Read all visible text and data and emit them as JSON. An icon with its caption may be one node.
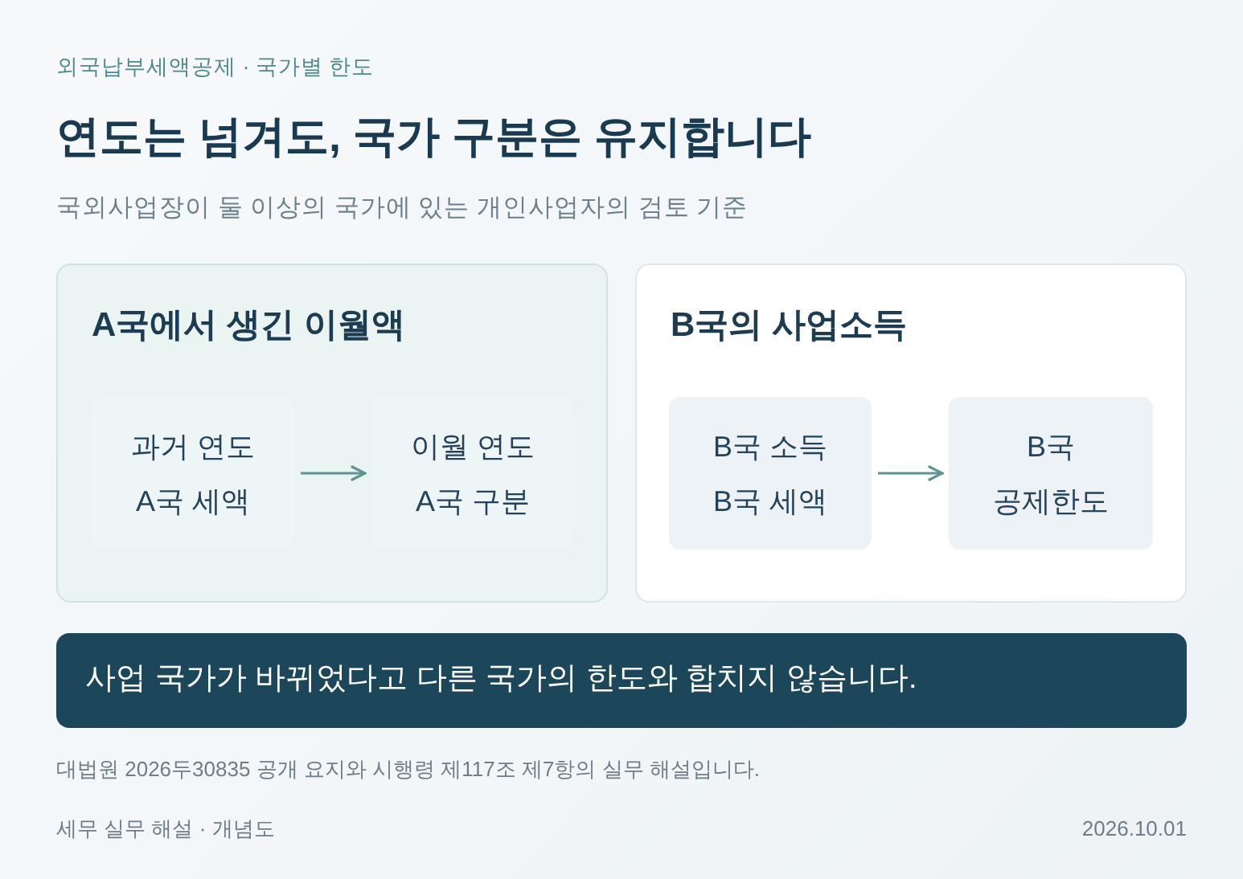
{
  "diagram": {
    "title": "연도는 넘겨도, 국가 구분은 유지합니다",
    "nodes": [
      {
        "text": [
          "A국에서 생긴 이월액"
        ]
      },
      {
        "text": [
          "과거 연도 A국 세액"
        ],
        "in": 0
      },
      {
        "text": [
          "이월 연도 A국 구분"
        ],
        "in": 0
      },
      {
        "text": [
          "B국의 사업소득"
        ]
      },
      {
        "text": [
          "B국 소득 B국 세액"
        ],
        "in": 3
      },
      {
        "text": [
          "B국 공제한도"
        ],
        "in": 3
      },
      {
        "text": [
          "사업 국가가 바뀌었다고 다른 국가의 한도와 합치지 않습니다."
        ]
      }
    ],
    "edges": [
      {
        "from": 1,
        "to": 2,
        "arrow": "to"
      },
      {
        "from": 4,
        "to": 5,
        "arrow": "to"
      }
    ],
    "labels": [
      "외국납부세액공제 · 국가별 한도",
      "국외사업장이 둘 이상의 국가에 있는 개인사업자의 검토 기준",
      "대법원 2026두30835 공개 요지와 시행령 제117조 제7항의 실무 해설입니다.",
      "세무 실무 해설 · 개념도",
      "2026.10.01"
    ]
  }
}
